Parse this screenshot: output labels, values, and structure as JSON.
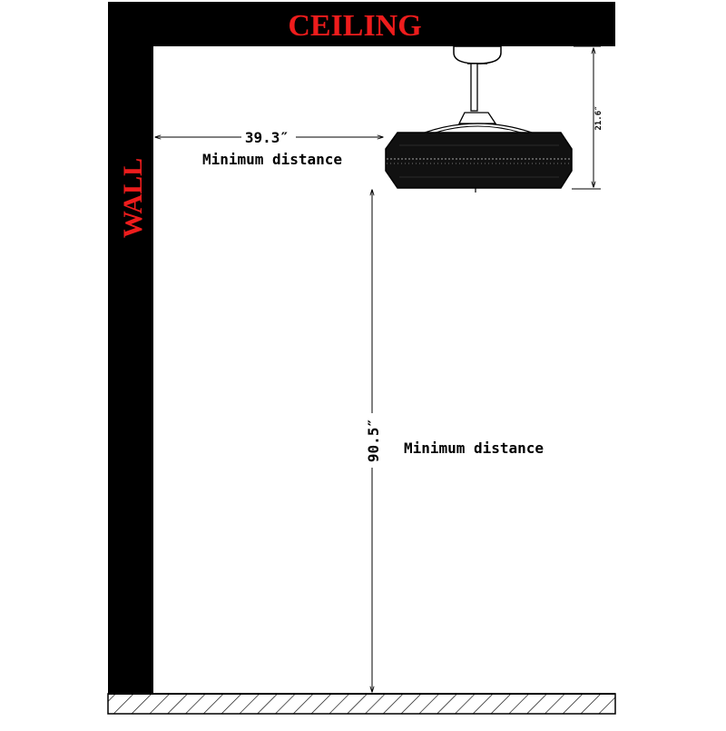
{
  "labels": {
    "ceiling": "CEILING",
    "wall": "WALL",
    "wall_distance": "39.3″",
    "wall_distance_note": "Minimum distance",
    "floor_distance": "90.5″",
    "floor_distance_note": "Minimum distance",
    "fan_height": "21.6″"
  },
  "colors": {
    "structure": "#000000",
    "label": "#ee1c1c",
    "dimension_line": "#000000",
    "floor_hatch": "#000000"
  }
}
